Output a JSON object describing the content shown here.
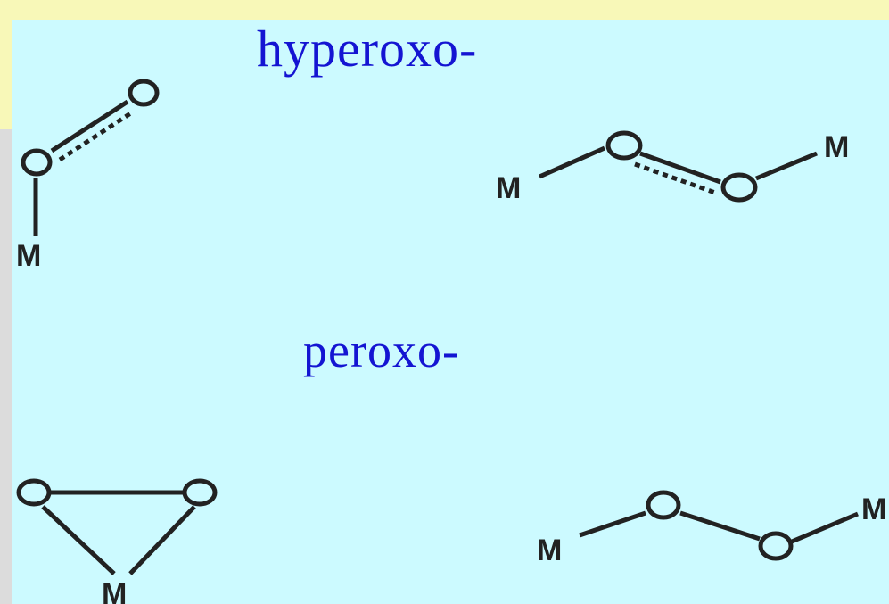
{
  "headings": {
    "hyperoxo": "hyperoxo-",
    "peroxo": "peroxo-"
  },
  "atoms": {
    "metal": "M"
  },
  "colors": {
    "background": "#f8f8b8",
    "panel": "#ccfaff",
    "heading": "#1414d2",
    "bond": "#222222"
  }
}
